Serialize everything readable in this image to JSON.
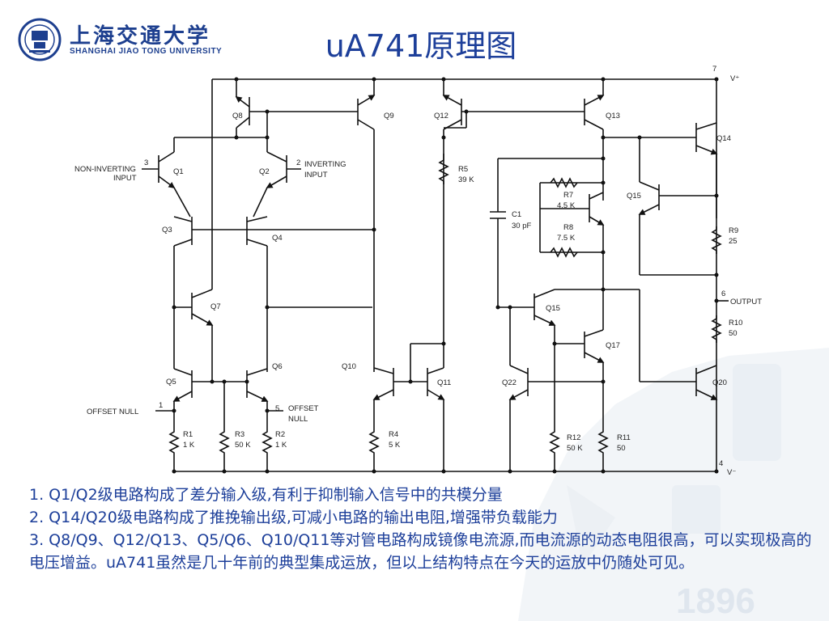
{
  "header": {
    "logo_cn": "上海交通大学",
    "logo_en": "SHANGHAI JIAO TONG UNIVERSITY",
    "title": "uA741原理图"
  },
  "watermark": {
    "year": "1896"
  },
  "circuit": {
    "pins": {
      "p1": "1",
      "p2": "2",
      "p3": "3",
      "p4": "4",
      "p5": "5",
      "p6": "6",
      "p7": "7"
    },
    "terminals": {
      "vplus": "V⁺",
      "vminus": "V⁻",
      "output": "OUTPUT",
      "noninv_1": "NON-INVERTING",
      "noninv_2": "INPUT",
      "inv_1": "INVERTING",
      "inv_2": "INPUT",
      "offset1": "OFFSET NULL",
      "offset2_1": "OFFSET",
      "offset2_2": "NULL"
    },
    "transistors": {
      "q1": "Q1",
      "q2": "Q2",
      "q3": "Q3",
      "q4": "Q4",
      "q5": "Q5",
      "q6": "Q6",
      "q7": "Q7",
      "q8": "Q8",
      "q9": "Q9",
      "q10": "Q10",
      "q11": "Q11",
      "q12": "Q12",
      "q13": "Q13",
      "q14": "Q14",
      "q15": "Q15",
      "q17": "Q17",
      "q20": "Q20",
      "q22": "Q22"
    },
    "components": {
      "r1": "R1",
      "r1v": "1 K",
      "r2": "R2",
      "r2v": "1 K",
      "r3": "R3",
      "r3v": "50 K",
      "r4": "R4",
      "r4v": "5 K",
      "r5": "R5",
      "r5v": "39 K",
      "r7": "R7",
      "r7v": "4.5 K",
      "r8": "R8",
      "r8v": "7.5 K",
      "r9": "R9",
      "r9v": "25",
      "r10": "R10",
      "r10v": "50",
      "r11": "R11",
      "r11v": "50",
      "r12": "R12",
      "r12v": "50 K",
      "c1": "C1",
      "c1v": "30 pF"
    }
  },
  "notes": [
    "1. Q1/Q2级电路构成了差分输入级,有利于抑制输入信号中的共模分量",
    "2. Q14/Q20级电路构成了推挽输出级,可减小电路的输出电阻,增强带负载能力",
    "3. Q8/Q9、Q12/Q13、Q5/Q6、Q10/Q11等对管电路构成镜像电流源,而电流源的动态电阻很高，可以实现极高的电压增益。uA741虽然是几十年前的典型集成运放，但以上结构特点在今天的运放中仍随处可见。"
  ]
}
